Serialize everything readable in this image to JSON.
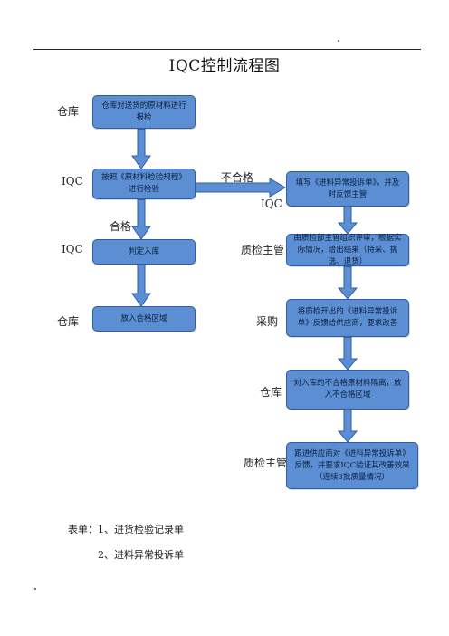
{
  "title": "IQC控制流程图",
  "left_labels": {
    "warehouse_1": "仓库",
    "iqc_1": "IQC",
    "iqc_2": "IQC",
    "warehouse_2": "仓库"
  },
  "right_labels": {
    "iqc": "IQC",
    "quality_supervisor_1": "质检主管",
    "purchasing": "采购",
    "warehouse": "仓库",
    "quality_supervisor_2": "质检主管"
  },
  "edge_labels": {
    "fail": "不合格",
    "pass": "合格"
  },
  "left_boxes": [
    "仓库对送货的原材料进行报检",
    "按照《原材料检验规程》进行检验",
    "判定入库",
    "放入合格区域"
  ],
  "right_boxes": [
    "填写《进料异常投诉单》，并及时反馈主管",
    "由质检部主管组织评审，根据实际情况，给出结果（特采、挑选、退货）",
    "将质检开出的《进料异常投诉单》反馈给供应商，要求改善",
    "对入库的不合格原材料隔离，放入不合格区域",
    "跟进供应商对《进料异常投诉单》反馈，并要求IQC验证其改善效果（连续3批质量情况）"
  ],
  "forms": {
    "prefix": "表单：",
    "item1": "1、进货检验记录单",
    "item2": "2、进料异常投诉单"
  },
  "colors": {
    "box_fill": "#5b8ed3",
    "box_border": "#2f5ea3",
    "arrow_fill": "#5b8ed3"
  }
}
